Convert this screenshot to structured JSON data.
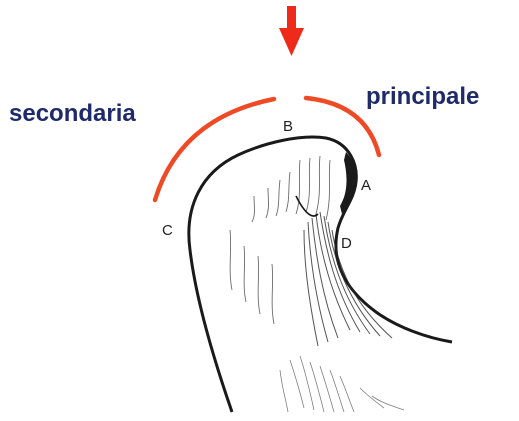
{
  "labels": {
    "secondary": "secondaria",
    "principal": "principale"
  },
  "points": {
    "a": "A",
    "b": "B",
    "c": "C",
    "d": "D"
  },
  "colors": {
    "arrow": "#ee2a1b",
    "arcs": "#ef4a26",
    "label_text": "#1f2a6b",
    "outline": "#1a1a1a"
  },
  "icons": {
    "arrow": "down-arrow-icon"
  }
}
